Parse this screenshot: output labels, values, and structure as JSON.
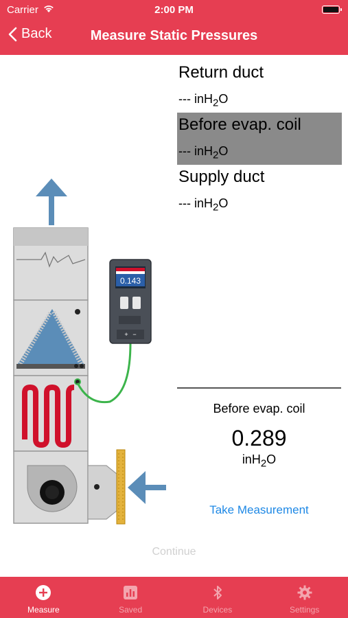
{
  "status_bar": {
    "carrier": "Carrier",
    "time": "2:00 PM"
  },
  "nav": {
    "back_label": "Back",
    "title": "Measure Static Pressures"
  },
  "readings": [
    {
      "label": "Return duct",
      "value": "--- inH",
      "unit_sub": "2",
      "unit_suffix": "O",
      "selected": false
    },
    {
      "label": "Before evap. coil",
      "value": "--- inH",
      "unit_sub": "2",
      "unit_suffix": "O",
      "selected": true
    },
    {
      "label": "Supply duct",
      "value": "--- inH",
      "unit_sub": "2",
      "unit_suffix": "O",
      "selected": false
    }
  ],
  "detail": {
    "label": "Before evap. coil",
    "value": "0.289",
    "unit_prefix": "inH",
    "unit_sub": "2",
    "unit_suffix": "O"
  },
  "meter": {
    "display": "0.143",
    "plus": "+",
    "minus": "−"
  },
  "actions": {
    "take_measurement": "Take Measurement",
    "continue": "Continue"
  },
  "tabs": [
    {
      "label": "Measure",
      "icon": "plus-circle-icon",
      "active": true
    },
    {
      "label": "Saved",
      "icon": "chart-icon",
      "active": false
    },
    {
      "label": "Devices",
      "icon": "bluetooth-icon",
      "active": false
    },
    {
      "label": "Settings",
      "icon": "gear-icon",
      "active": false
    }
  ],
  "colors": {
    "brand": "#e63e52",
    "link": "#1e88e5",
    "selected_row": "#8a8a8a",
    "hose": "#3cb44b",
    "heater": "#d0112b",
    "arrow": "#5b8db8"
  }
}
